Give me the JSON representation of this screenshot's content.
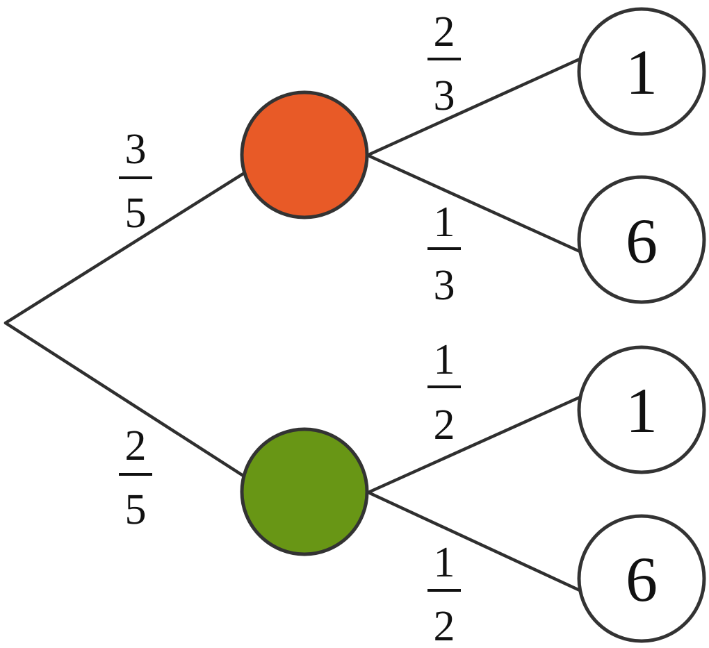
{
  "diagram": {
    "type": "probability-tree",
    "colors": {
      "first_branch_node": "#e85a27",
      "second_branch_node": "#689615",
      "outline": "#333333",
      "leaf_fill": "#ffffff"
    },
    "level1": [
      {
        "id": "orange",
        "color": "#e85a27",
        "probability": {
          "num": "3",
          "den": "5"
        }
      },
      {
        "id": "green",
        "color": "#689615",
        "probability": {
          "num": "2",
          "den": "5"
        }
      }
    ],
    "level2": [
      {
        "parent": "orange",
        "label": "1",
        "probability": {
          "num": "2",
          "den": "3"
        }
      },
      {
        "parent": "orange",
        "label": "6",
        "probability": {
          "num": "1",
          "den": "3"
        }
      },
      {
        "parent": "green",
        "label": "1",
        "probability": {
          "num": "1",
          "den": "2"
        }
      },
      {
        "parent": "green",
        "label": "6",
        "probability": {
          "num": "1",
          "den": "2"
        }
      }
    ]
  }
}
